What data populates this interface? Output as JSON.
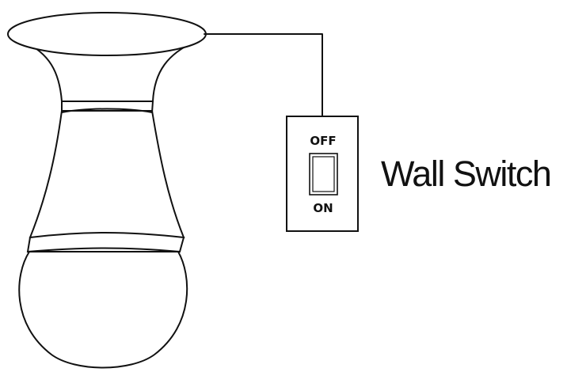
{
  "diagram": {
    "components": {
      "bulb": {
        "icon": "light-bulb-icon"
      },
      "switch": {
        "icon": "wall-switch-icon",
        "off_label": "OFF",
        "on_label": "ON",
        "state": "off"
      }
    },
    "caption": "Wall Switch",
    "colors": {
      "line": "#111111",
      "background": "#ffffff"
    }
  }
}
